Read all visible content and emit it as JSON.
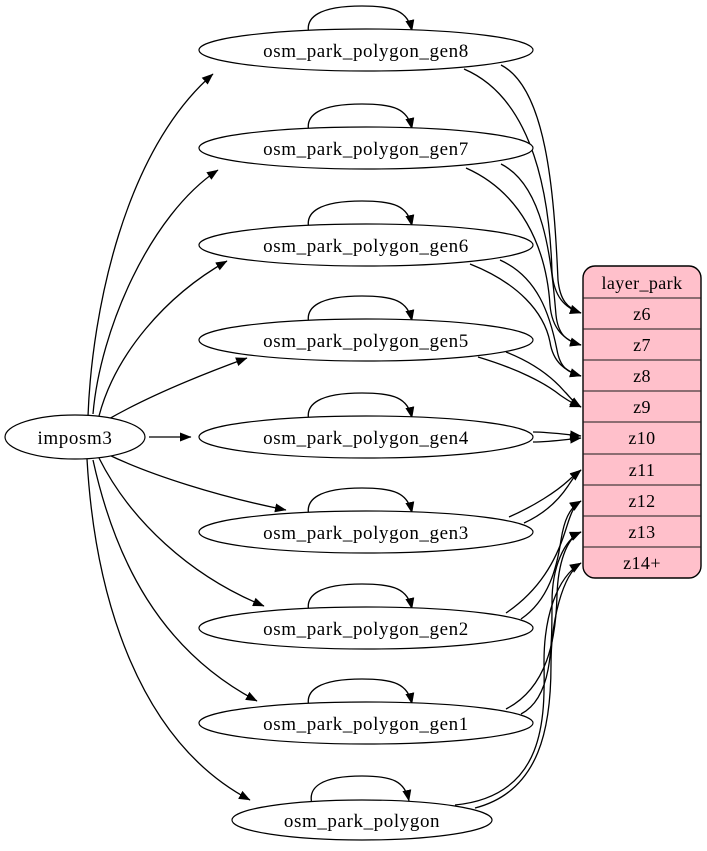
{
  "diagram": {
    "kind": "etl-graph",
    "colors": {
      "background": "#ffffff",
      "edge": "#000000",
      "node_fill": "#ffffff",
      "node_stroke": "#000000",
      "layer_table_fill": "#ffc0cb"
    },
    "source": {
      "label": "imposm3"
    },
    "tables": [
      {
        "label": "osm_park_polygon_gen8",
        "zoom": "z6"
      },
      {
        "label": "osm_park_polygon_gen7",
        "zoom": "z7"
      },
      {
        "label": "osm_park_polygon_gen6",
        "zoom": "z8"
      },
      {
        "label": "osm_park_polygon_gen5",
        "zoom": "z9"
      },
      {
        "label": "osm_park_polygon_gen4",
        "zoom": "z10"
      },
      {
        "label": "osm_park_polygon_gen3",
        "zoom": "z11"
      },
      {
        "label": "osm_park_polygon_gen2",
        "zoom": "z12"
      },
      {
        "label": "osm_park_polygon_gen1",
        "zoom": "z13"
      },
      {
        "label": "osm_park_polygon",
        "zoom": "z14+"
      }
    ],
    "layer": {
      "title": "layer_park",
      "rows": [
        "z6",
        "z7",
        "z8",
        "z9",
        "z10",
        "z11",
        "z12",
        "z13",
        "z14+"
      ]
    },
    "edges": {
      "source_to_tables": [
        "osm_park_polygon_gen8",
        "osm_park_polygon_gen7",
        "osm_park_polygon_gen6",
        "osm_park_polygon_gen5",
        "osm_park_polygon_gen4",
        "osm_park_polygon_gen3",
        "osm_park_polygon_gen2",
        "osm_park_polygon_gen1",
        "osm_park_polygon"
      ],
      "self_loops": [
        "osm_park_polygon_gen8",
        "osm_park_polygon_gen7",
        "osm_park_polygon_gen6",
        "osm_park_polygon_gen5",
        "osm_park_polygon_gen4",
        "osm_park_polygon_gen3",
        "osm_park_polygon_gen2",
        "osm_park_polygon_gen1",
        "osm_park_polygon"
      ],
      "table_to_layer": [
        {
          "from": "osm_park_polygon_gen8",
          "to": "z6"
        },
        {
          "from": "osm_park_polygon_gen7",
          "to": "z7"
        },
        {
          "from": "osm_park_polygon_gen6",
          "to": "z8"
        },
        {
          "from": "osm_park_polygon_gen5",
          "to": "z9"
        },
        {
          "from": "osm_park_polygon_gen4",
          "to": "z10"
        },
        {
          "from": "osm_park_polygon_gen3",
          "to": "z11"
        },
        {
          "from": "osm_park_polygon_gen2",
          "to": "z12"
        },
        {
          "from": "osm_park_polygon_gen1",
          "to": "z13"
        },
        {
          "from": "osm_park_polygon",
          "to": "z14+"
        }
      ]
    }
  }
}
